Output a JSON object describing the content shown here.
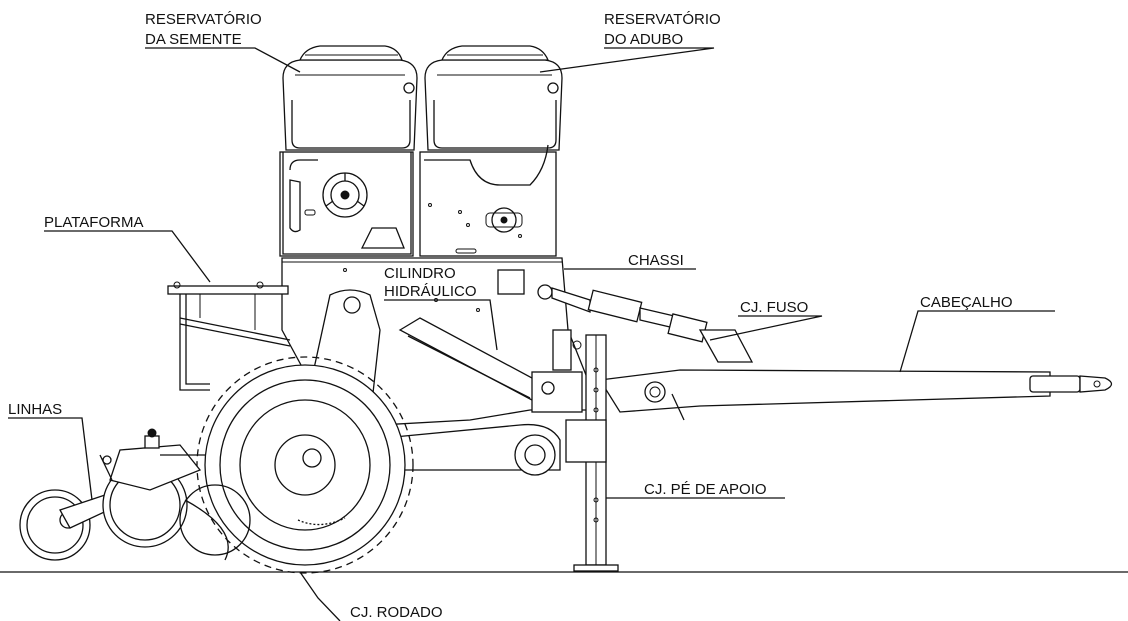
{
  "diagram": {
    "labels": {
      "reservatorio_semente_1": "RESERVATÓRIO",
      "reservatorio_semente_2": "DA SEMENTE",
      "reservatorio_adubo_1": "RESERVATÓRIO",
      "reservatorio_adubo_2": "DO ADUBO",
      "plataforma": "PLATAFORMA",
      "chassi": "CHASSI",
      "cilindro_1": "CILINDRO",
      "cilindro_2": "HIDRÁULICO",
      "fuso": "CJ. FUSO",
      "cabecalho": "CABEÇALHO",
      "linhas": "LINHAS",
      "pe_de_apoio": "CJ. PÉ DE APOIO",
      "rodado": "CJ. RODADO"
    },
    "colors": {
      "line": "#111111",
      "background": "#ffffff"
    }
  }
}
